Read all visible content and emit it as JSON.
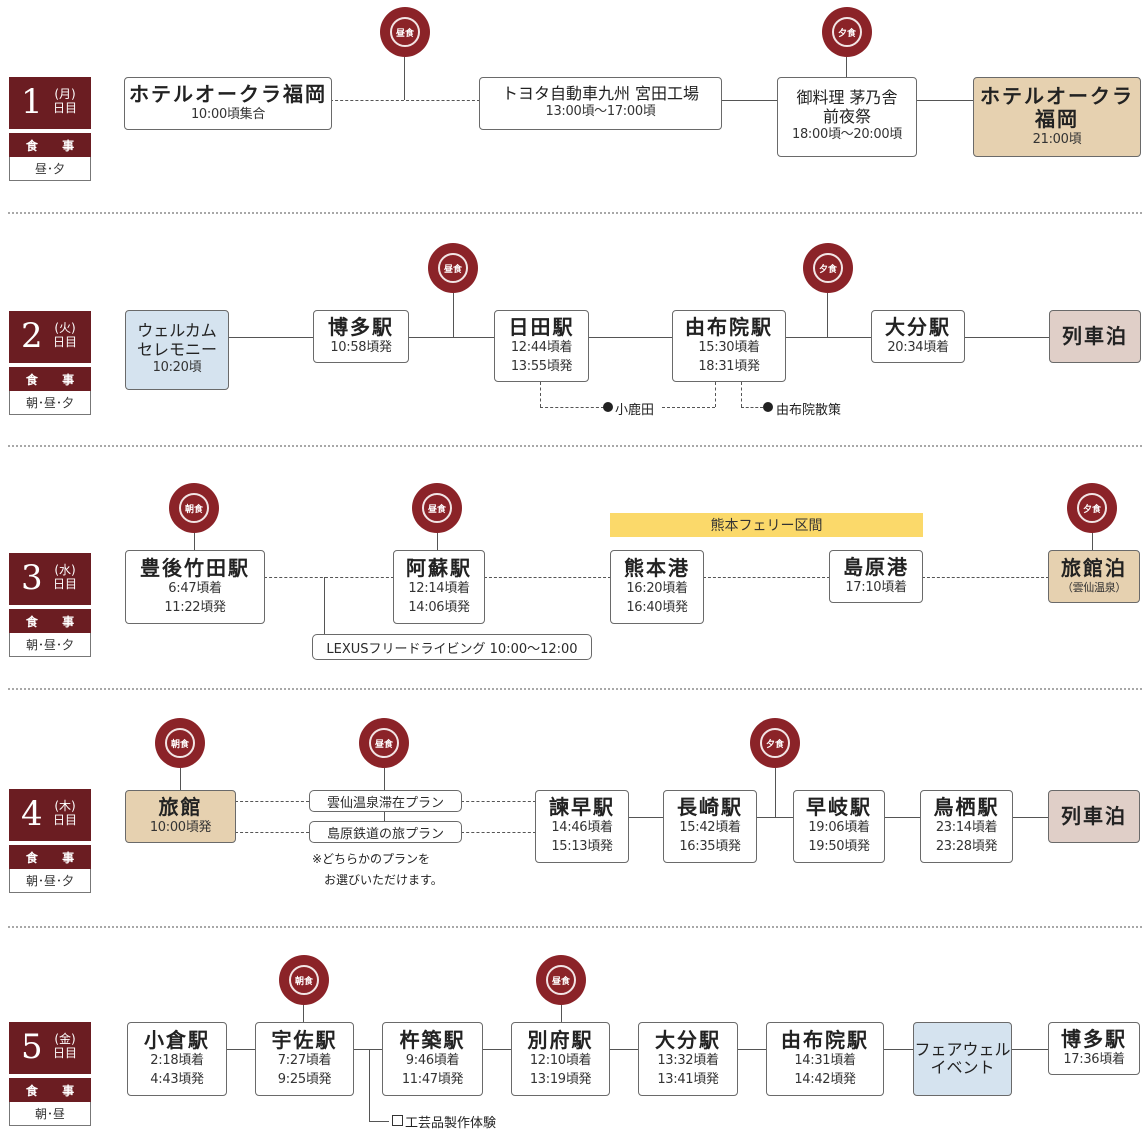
{
  "days": [
    {
      "num": "1",
      "weekday": "(月)",
      "suffix": "日目",
      "meal_label": "食 事",
      "meals": "昼･夕"
    },
    {
      "num": "2",
      "weekday": "(火)",
      "suffix": "日目",
      "meal_label": "食 事",
      "meals": "朝･昼･夕"
    },
    {
      "num": "3",
      "weekday": "(水)",
      "suffix": "日目",
      "meal_label": "食 事",
      "meals": "朝･昼･夕"
    },
    {
      "num": "4",
      "weekday": "(木)",
      "suffix": "日目",
      "meal_label": "食 事",
      "meals": "朝･昼･夕"
    },
    {
      "num": "5",
      "weekday": "(金)",
      "suffix": "日目",
      "meal_label": "食 事",
      "meals": "朝･昼"
    }
  ],
  "meal_icons": {
    "breakfast": "朝食",
    "lunch": "昼食",
    "dinner": "夕食"
  },
  "d1": {
    "s1": {
      "name": "ホテルオークラ福岡",
      "t1": "10:00頃集合"
    },
    "s2": {
      "name": "トヨタ自動車九州 宮田工場",
      "t1": "13:00頃〜17:00頃"
    },
    "s3": {
      "name1": "御料理 茅乃舎",
      "name2": "前夜祭",
      "t1": "18:00頃〜20:00頃"
    },
    "s4": {
      "name1": "ホテルオークラ",
      "name2": "福岡",
      "t1": "21:00頃"
    }
  },
  "d2": {
    "s1": {
      "l1": "ウェルカム",
      "l2": "セレモニー",
      "t1": "10:20頃"
    },
    "s2": {
      "name": "博多駅",
      "t1": "10:58頃発"
    },
    "s3": {
      "name": "日田駅",
      "t1": "12:44頃着",
      "t2": "13:55頃発"
    },
    "s4": {
      "name": "由布院駅",
      "t1": "15:30頃着",
      "t2": "18:31頃発"
    },
    "s5": {
      "name": "大分駅",
      "t1": "20:34頃着"
    },
    "s6": {
      "name": "列車泊"
    },
    "note1": "小鹿田",
    "note2": "由布院散策"
  },
  "d3": {
    "ferry": "熊本フェリー区間",
    "s1": {
      "name": "豊後竹田駅",
      "t1": "6:47頃着",
      "t2": "11:22頃発"
    },
    "s2": {
      "name": "阿蘇駅",
      "t1": "12:14頃着",
      "t2": "14:06頃発"
    },
    "s3": {
      "name": "熊本港",
      "t1": "16:20頃着",
      "t2": "16:40頃発"
    },
    "s4": {
      "name": "島原港",
      "t1": "17:10頃着"
    },
    "s5": {
      "name": "旅館泊",
      "sub": "（雲仙温泉）"
    },
    "drive": "LEXUSフリードライビング 10:00〜12:00"
  },
  "d4": {
    "s1": {
      "name": "旅館",
      "t1": "10:00頃発"
    },
    "plan1": "雲仙温泉滞在プラン",
    "plan2": "島原鉄道の旅プラン",
    "note_l1": "※どちらかのプランを",
    "note_l2": "お選びいただけます。",
    "s2": {
      "name": "諫早駅",
      "t1": "14:46頃着",
      "t2": "15:13頃発"
    },
    "s3": {
      "name": "長崎駅",
      "t1": "15:42頃着",
      "t2": "16:35頃発"
    },
    "s4": {
      "name": "早岐駅",
      "t1": "19:06頃着",
      "t2": "19:50頃発"
    },
    "s5": {
      "name": "鳥栖駅",
      "t1": "23:14頃着",
      "t2": "23:28頃発"
    },
    "s6": {
      "name": "列車泊"
    }
  },
  "d5": {
    "s1": {
      "name": "小倉駅",
      "t1": "2:18頃着",
      "t2": "4:43頃発"
    },
    "s2": {
      "name": "宇佐駅",
      "t1": "7:27頃着",
      "t2": "9:25頃発"
    },
    "s3": {
      "name": "杵築駅",
      "t1": "9:46頃着",
      "t2": "11:47頃発"
    },
    "s4": {
      "name": "別府駅",
      "t1": "12:10頃着",
      "t2": "13:19頃発"
    },
    "s5": {
      "name": "大分駅",
      "t1": "13:32頃着",
      "t2": "13:41頃発"
    },
    "s6": {
      "name": "由布院駅",
      "t1": "14:31頃着",
      "t2": "14:42頃発"
    },
    "s7": {
      "l1": "フェアウェル",
      "l2": "イベント"
    },
    "s8": {
      "name": "博多駅",
      "t1": "17:36頃着"
    },
    "note": "工芸品製作体験"
  },
  "colors": {
    "maroon": "#6b1d22",
    "meal_red": "#8b2328",
    "tan": "#e6d1b0",
    "rose": "#e0cfc8",
    "blue": "#d5e3ef",
    "ferry": "#fbd96a"
  }
}
